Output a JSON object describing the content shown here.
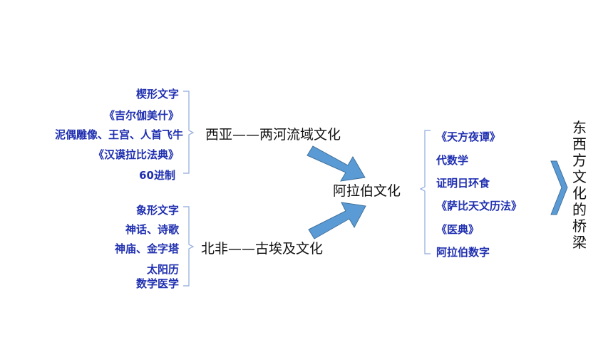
{
  "west_asia": {
    "items": [
      "楔形文字",
      "《吉尔伽美什》",
      "泥偶雕像、王宫、人首飞牛",
      "《汉谟拉比法典》",
      "60进制"
    ],
    "heading": "西亚——两河流域文化"
  },
  "north_africa": {
    "items": [
      "象形文字",
      "神话、诗歌",
      "神庙、金字塔",
      "太阳历",
      "数学医学"
    ],
    "heading": "北非——古埃及文化"
  },
  "arab": {
    "heading": "阿拉伯文化",
    "items": [
      "《天方夜谭》",
      "代数学",
      "证明日环食",
      "《萨比天文历法》",
      "《医典》",
      "阿拉伯数字"
    ]
  },
  "conclusion": [
    "东",
    "西",
    "方",
    "文",
    "化",
    "的",
    "桥",
    "梁"
  ],
  "colors": {
    "item_text": "#1f2fb0",
    "arrow_fill": "#5b9bd5",
    "arrow_stroke": "#41719c",
    "brace": "#8faadc"
  }
}
